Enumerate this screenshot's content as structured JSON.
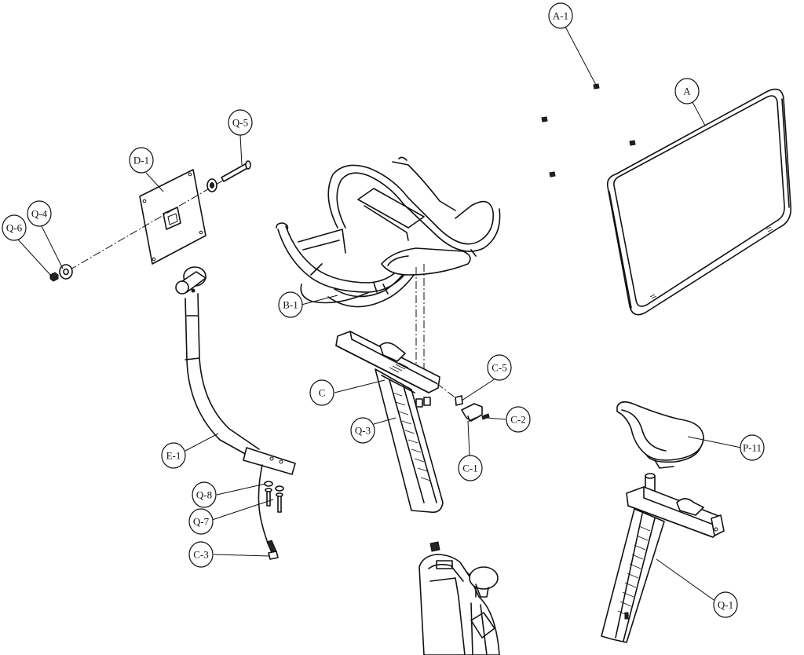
{
  "labels": {
    "A_1": "A-1",
    "A": "A",
    "Q_5": "Q-5",
    "D_1": "D-1",
    "Q_4": "Q-4",
    "Q_6": "Q-6",
    "B_1": "B-1",
    "C": "C",
    "C_5": "C-5",
    "C_2": "C-2",
    "C_1": "C-1",
    "Q_3": "Q-3",
    "E_1": "E-1",
    "Q_8": "Q-8",
    "Q_7": "Q-7",
    "C_3": "C-3",
    "P_11": "P-11",
    "Q_1": "Q-1"
  }
}
